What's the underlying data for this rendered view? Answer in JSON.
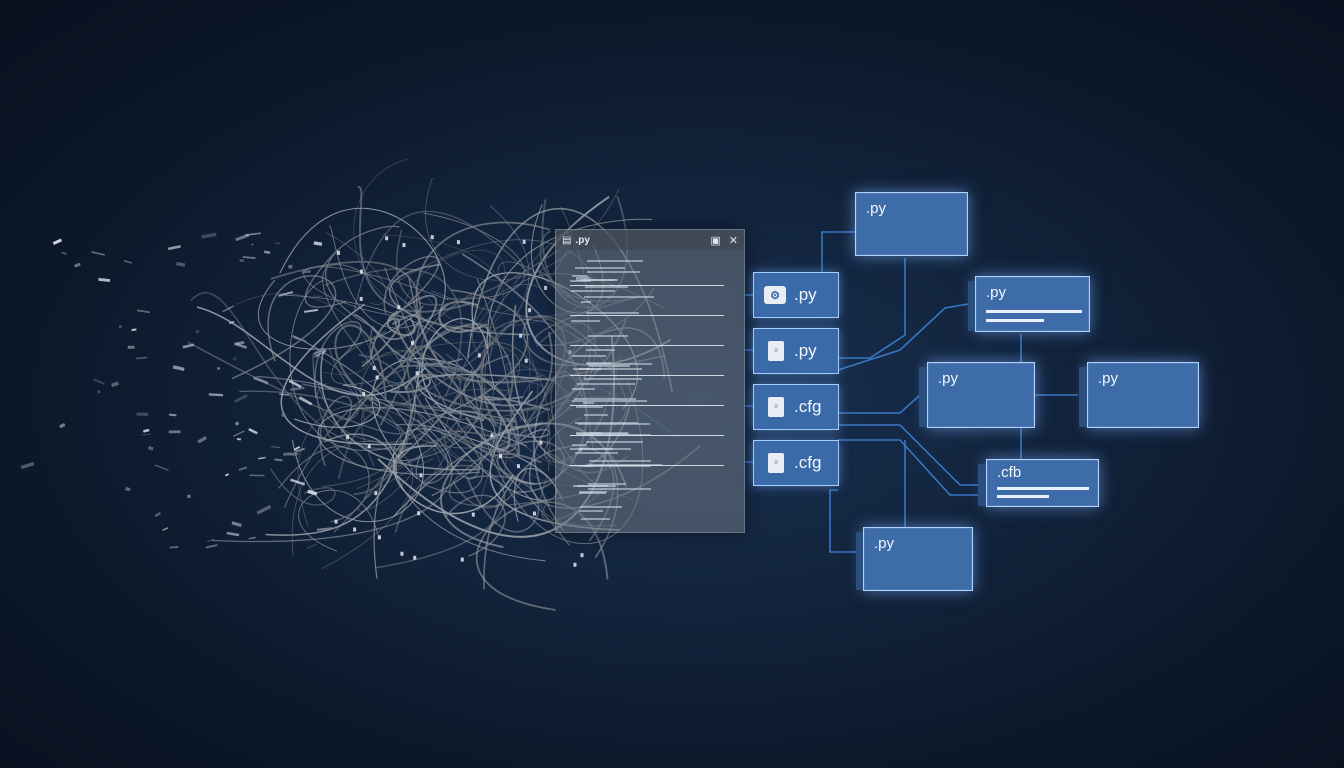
{
  "editor": {
    "title": ".py",
    "icons": {
      "file": "file-icon",
      "save": "save-icon",
      "close": "close-icon"
    },
    "close_symbol": "✕",
    "save_symbol": "▣"
  },
  "file_chips": [
    {
      "ext": ".py",
      "icon": "python-gear-icon"
    },
    {
      "ext": ".py",
      "icon": "file-icon"
    },
    {
      "ext": ".cfg",
      "icon": "file-icon"
    },
    {
      "ext": ".cfg",
      "icon": "file-icon"
    }
  ],
  "nodes": [
    {
      "id": "n1",
      "label": ".py"
    },
    {
      "id": "n2",
      "label": ".py"
    },
    {
      "id": "n3",
      "label": ".py"
    },
    {
      "id": "n4",
      "label": ".py"
    },
    {
      "id": "n5",
      "label": ".cfb"
    },
    {
      "id": "n6",
      "label": ".py"
    }
  ],
  "colors": {
    "background": "#0b1626",
    "node_fill": "#3d6ca9",
    "node_border": "#b3d2ff",
    "connector": "#3b7fd0",
    "tangle": "#8b929c"
  }
}
